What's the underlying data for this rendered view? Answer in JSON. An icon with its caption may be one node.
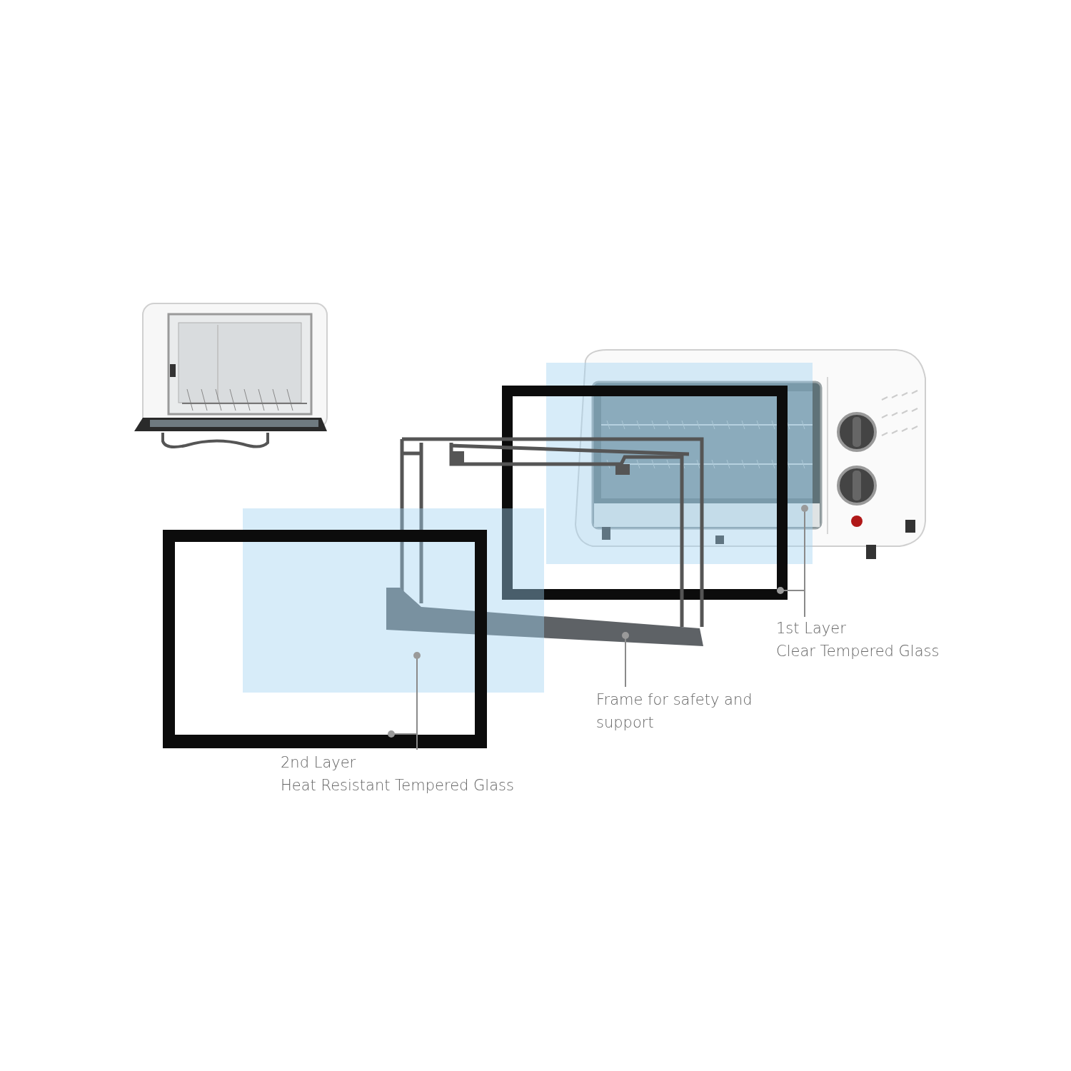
{
  "diagram": {
    "nodes": [
      {
        "text": [
          "1st Layer",
          "Clear Tempered Glass"
        ]
      },
      {
        "text": [
          "Frame for safety and support"
        ]
      },
      {
        "text": [
          "2nd Layer",
          "Heat Resistant Tempered Glass"
        ]
      },
      {
        "text": [],
        "shape": "picture"
      },
      {
        "text": [],
        "shape": "picture"
      },
      {
        "text": [],
        "shape": "picture"
      },
      {
        "text": [],
        "shape": "picture"
      },
      {
        "text": [],
        "shape": "picture"
      }
    ],
    "edges": [
      {
        "from": 0,
        "to": 3,
        "arrow": "other"
      },
      {
        "from": 0,
        "to": 6,
        "arrow": "other"
      },
      {
        "from": 1,
        "to": 4,
        "arrow": "other"
      },
      {
        "from": 2,
        "to": 5,
        "arrow": "other"
      },
      {
        "from": 2,
        "to": 7,
        "arrow": "other"
      }
    ]
  }
}
